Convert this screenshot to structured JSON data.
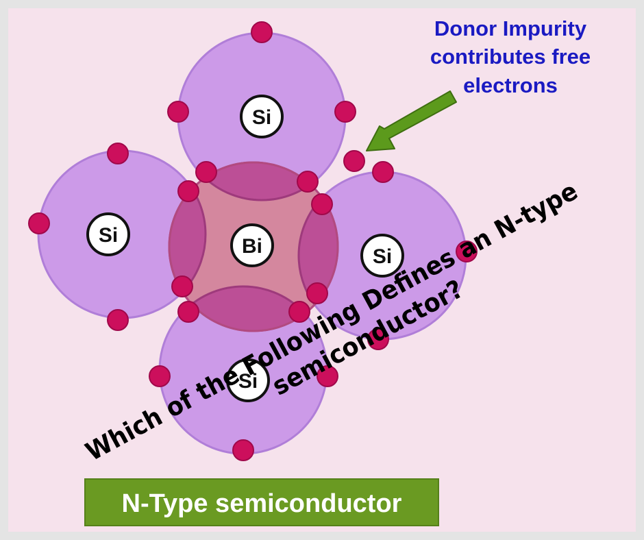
{
  "annotation": {
    "lines": [
      "Donor Impurity",
      "contributes free",
      "electrons"
    ]
  },
  "atoms": [
    {
      "id": "si-top",
      "label": "Si"
    },
    {
      "id": "si-left",
      "label": "Si"
    },
    {
      "id": "si-right",
      "label": "Si"
    },
    {
      "id": "si-bottom",
      "label": "Si"
    },
    {
      "id": "bi-center",
      "label": "Bi"
    }
  ],
  "question": {
    "line1": "Which of the Following Defines an N-type",
    "line2": "semiconductor?"
  },
  "caption": "N-Type semiconductor",
  "colors": {
    "background": "#f6e2ec",
    "frame": "#e4e4e4",
    "si_fill": "#cc9ae8",
    "si_stroke": "#b07ed8",
    "bi_fill": "#d4879e",
    "overlap_fill": "#bc4f96",
    "electron": "#cc0f5c",
    "arrow": "#5c9a1c",
    "caption_bg": "#6a9a22",
    "annotation_text": "#1a1ac2"
  }
}
